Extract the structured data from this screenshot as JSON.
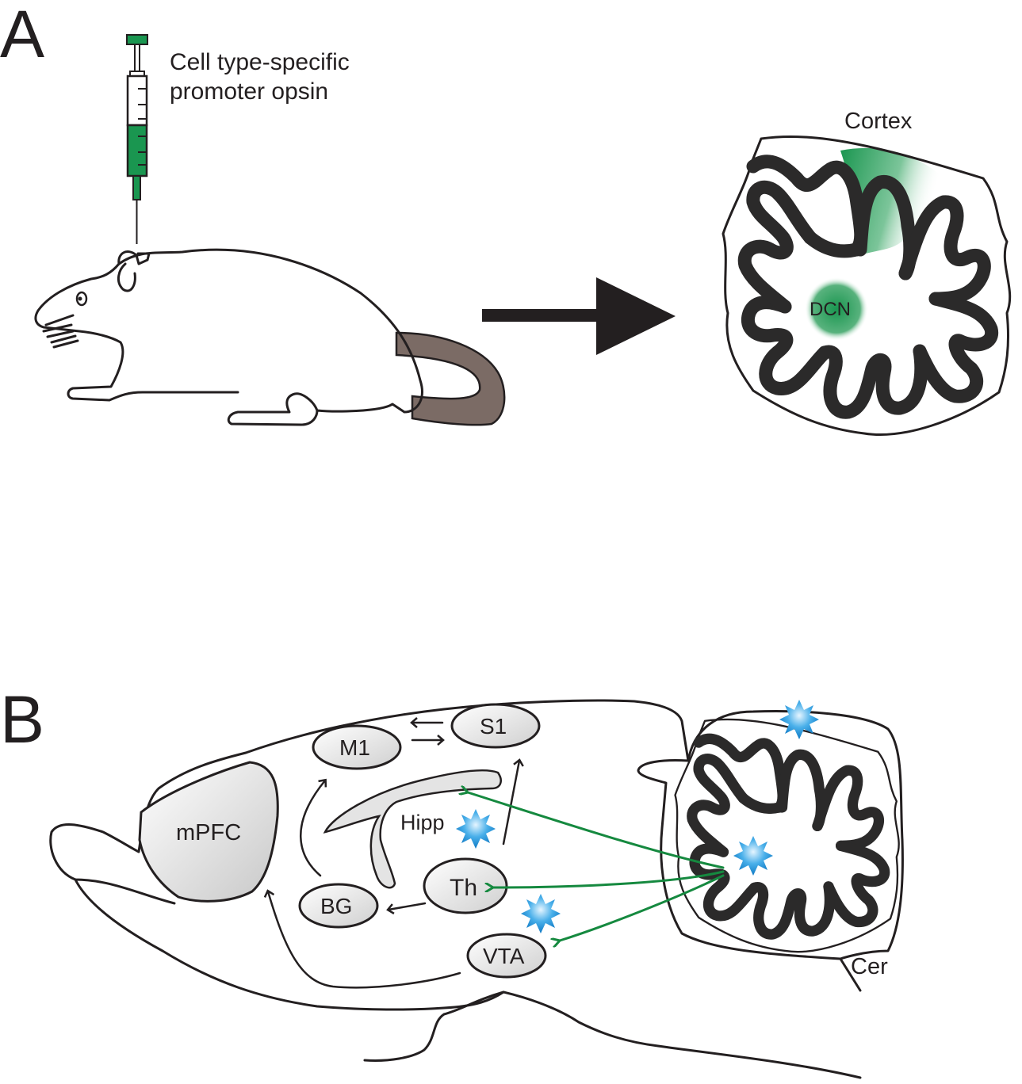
{
  "panels": {
    "a": "A",
    "b": "B"
  },
  "panel_a": {
    "injection_label_line1": "Cell type-specific",
    "injection_label_line2": "promoter opsin",
    "cortex_label": "Cortex",
    "dcn_label": "DCN"
  },
  "panel_b": {
    "regions": {
      "mpfc": "mPFC",
      "m1": "M1",
      "s1": "S1",
      "hipp": "Hipp",
      "th": "Th",
      "bg": "BG",
      "vta": "VTA",
      "cer": "Cer"
    }
  },
  "colors": {
    "outline": "#231f20",
    "folia": "#2b2a2a",
    "opsin_green": "#1a9650",
    "projection_green": "#15893f",
    "stimulation_blue": "#1e90d8",
    "mouse_tail": "#7b6b65",
    "region_fill": "#e4e4e4"
  },
  "icons": {
    "syringe": "syringe-icon",
    "arrow": "big-right-arrow",
    "stimulation": "blue-starburst-icon"
  }
}
